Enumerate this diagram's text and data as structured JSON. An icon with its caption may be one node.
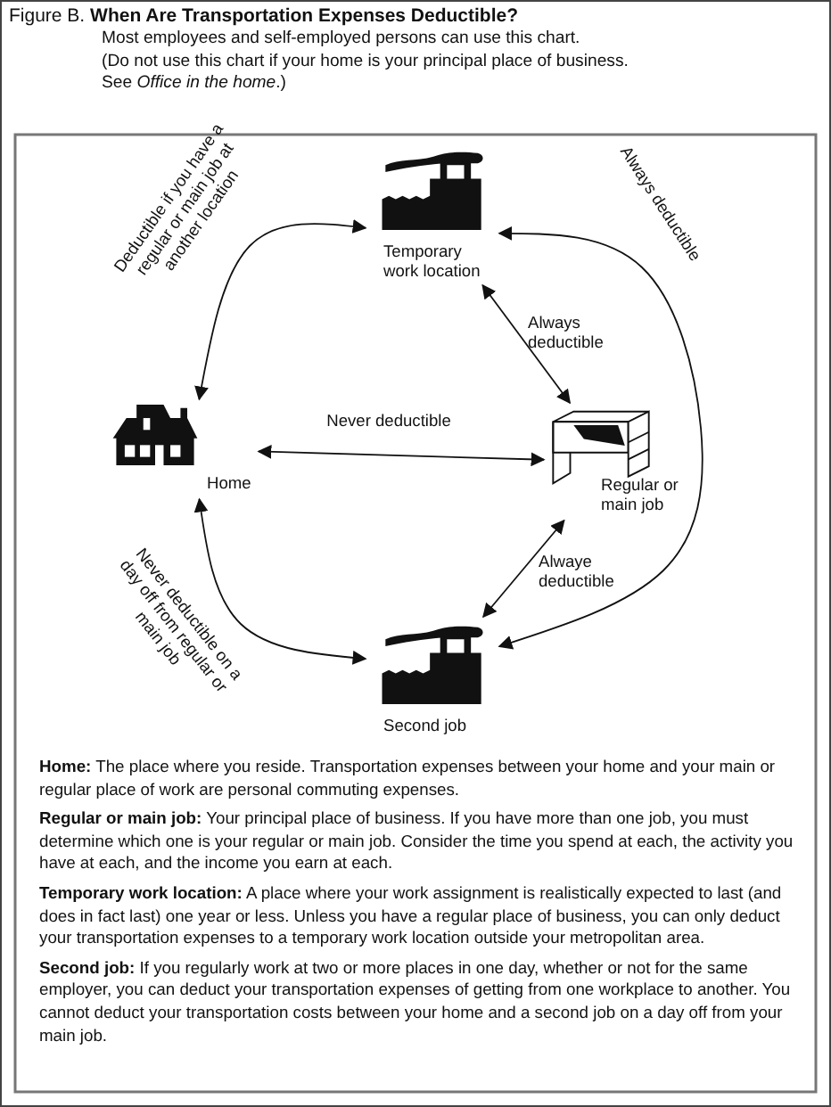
{
  "diagram": {
    "title": "Figure B. **When Are Transportation Expenses Deductible?**",
    "nodes": [
      {
        "text": [
          "Temporary work location"
        ]
      },
      {
        "text": [
          "Home"
        ]
      },
      {
        "text": [
          "Regular or main job"
        ]
      },
      {
        "text": [
          "Second job"
        ]
      }
    ],
    "edges": [
      {
        "from": 0,
        "to": 1,
        "arrow": "both",
        "label": "Deductible if you have a regular or main job at another location"
      },
      {
        "from": 0,
        "to": 2,
        "arrow": "both",
        "label": "Always deductible"
      },
      {
        "from": 1,
        "to": 2,
        "arrow": "both",
        "label": "Never deductible"
      },
      {
        "from": 2,
        "to": 3,
        "arrow": "both",
        "label": "Alwaye deductible"
      },
      {
        "from": 1,
        "to": 3,
        "arrow": "both",
        "label": "Never deductible on a day off from regular or main job"
      },
      {
        "from": 3,
        "to": 0,
        "arrow": "both",
        "label": "Always deductible"
      }
    ],
    "labels": [
      "Most employees and self-employed persons can use this chart.",
      "(Do not use this chart if your home is your principal place of business. See *Office in the home*.)",
      "**Home:** The place where you reside. Transportation expenses between your home and your main or regular place of work are personal commuting expenses.",
      "**Regular or main job:** Your principal place of business. If you have more than one job, you must determine which one is your regular or main job. Consider the time you spend at each, the activity you have at each, and the income you earn at each.",
      "**Temporary work location:** A place where your work assignment is realistically expected to last (and does in fact last) one year or less. Unless you have a regular place of business, you can only deduct your transportation expenses to a temporary work location outside your metropolitan area.",
      "**Second job:** If you regularly work at two or more places in one day, whether or not for the same employer, you can deduct your transportation expenses of getting from one workplace to another. You cannot deduct your transportation costs between your home and a second job on a day off from your main job."
    ]
  }
}
